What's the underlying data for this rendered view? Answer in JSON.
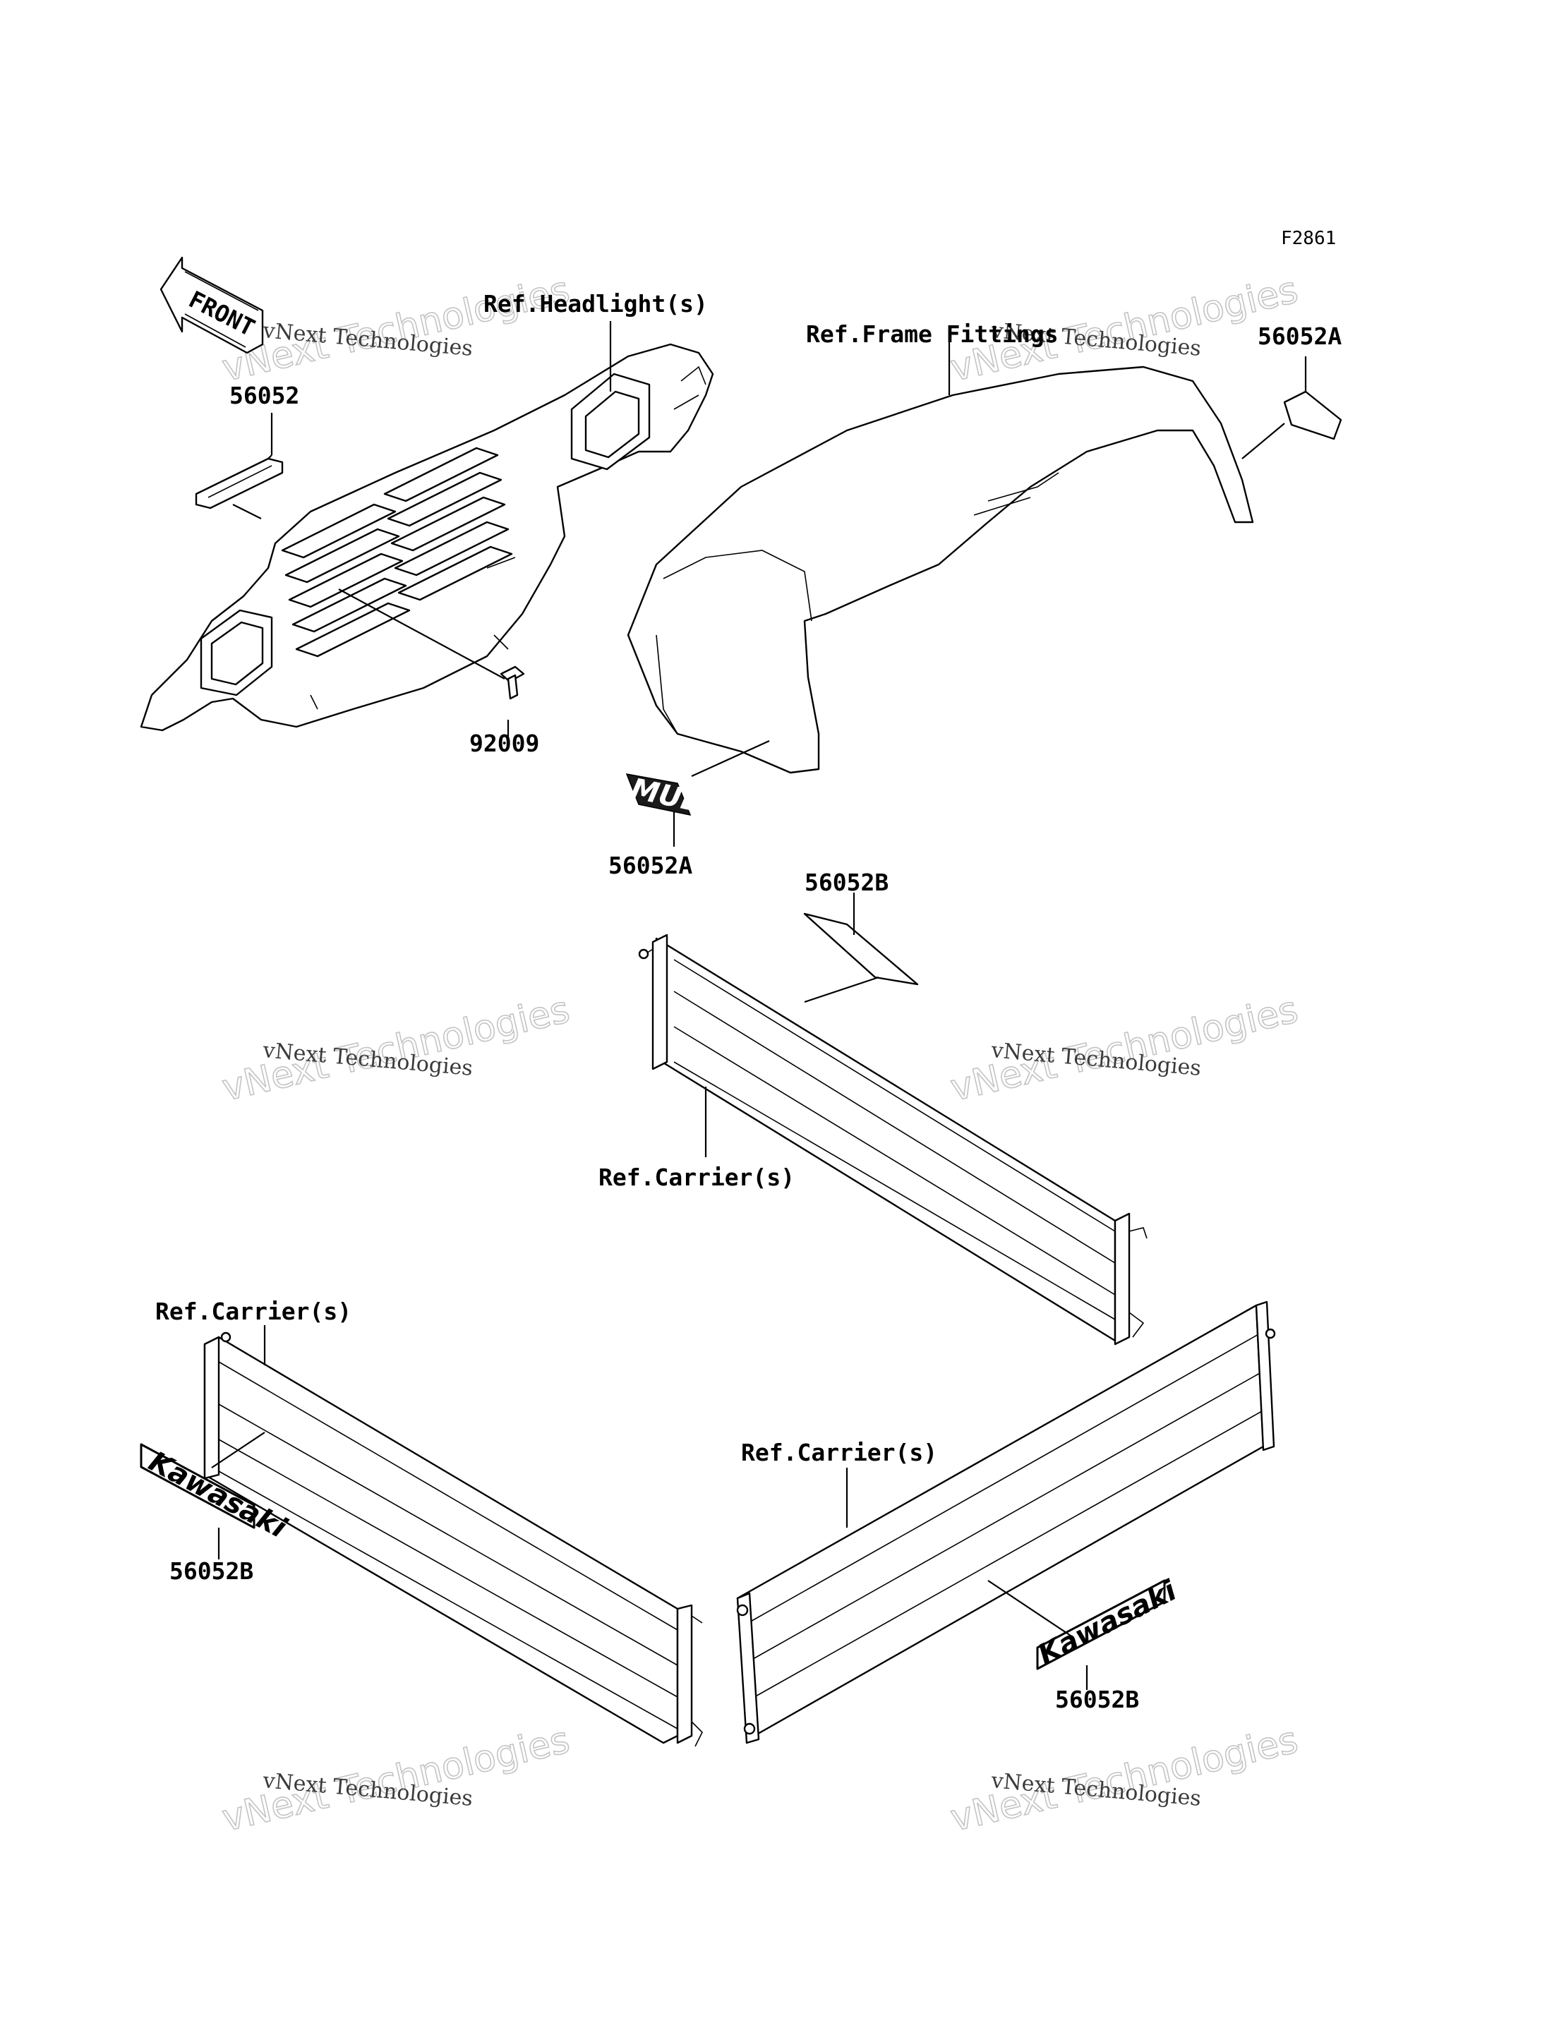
{
  "figure_code": "F2861",
  "front_arrow": "FRONT",
  "callouts": {
    "ref_headlights": "Ref.Headlight(s)",
    "ref_frame_fittings": "Ref.Frame Fittings",
    "ref_carrier_top": "Ref.Carrier(s)",
    "ref_carrier_left": "Ref.Carrier(s)",
    "ref_carrier_right": "Ref.Carrier(s)",
    "part_56052": "56052",
    "part_92009": "92009",
    "part_56052a_top": "56052A",
    "part_56052a_bottom": "56052A",
    "part_56052b_top": "56052B",
    "part_56052b_left": "56052B",
    "part_56052b_right": "56052B"
  },
  "decals": {
    "mule": "MULE",
    "kawasaki_left": "Kawasaki",
    "kawasaki_right": "Kawasaki"
  },
  "watermark": {
    "line1": "vNext Technologies",
    "line2": "vNext Technologies"
  }
}
